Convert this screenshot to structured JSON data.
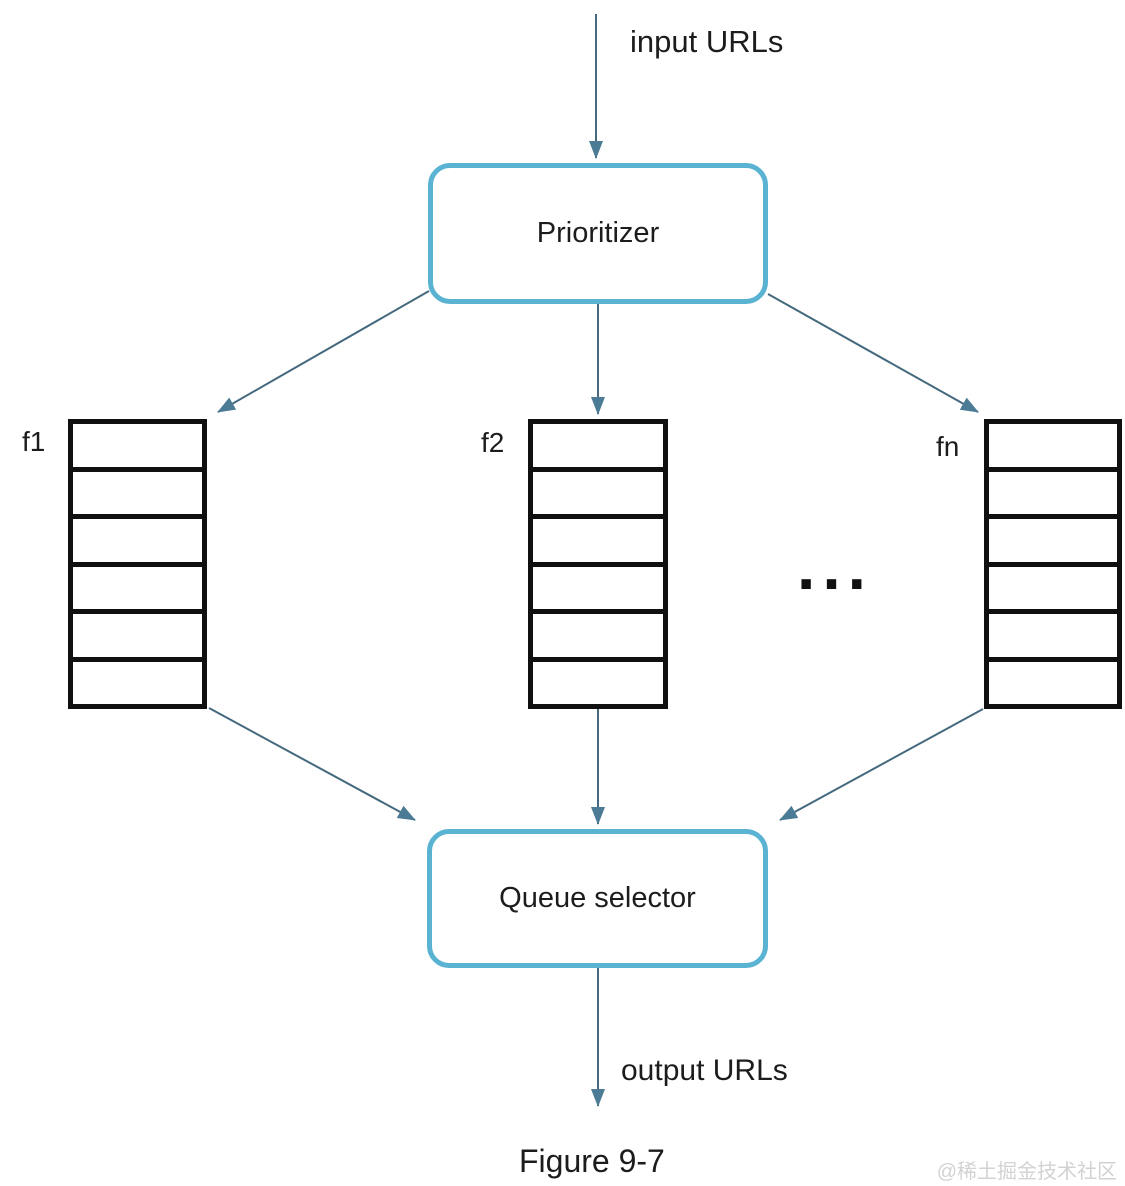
{
  "diagram": {
    "input_label": "input URLs",
    "prioritizer_label": "Prioritizer",
    "queue_selector_label": "Queue selector",
    "output_label": "output URLs",
    "ellipsis": "...",
    "figure_caption": "Figure 9-7",
    "watermark": "@稀土掘金技术社区"
  },
  "queues": [
    {
      "label": "f1",
      "cells": 6
    },
    {
      "label": "f2",
      "cells": 6
    },
    {
      "label": "fn",
      "cells": 6
    }
  ],
  "colors": {
    "accent": "#5ab3d2",
    "arrow": "#44697e",
    "arrowhead": "#4c7b96",
    "queue_border": "#101010",
    "text": "#1c1c1c",
    "watermark": "#d2d2d2"
  }
}
